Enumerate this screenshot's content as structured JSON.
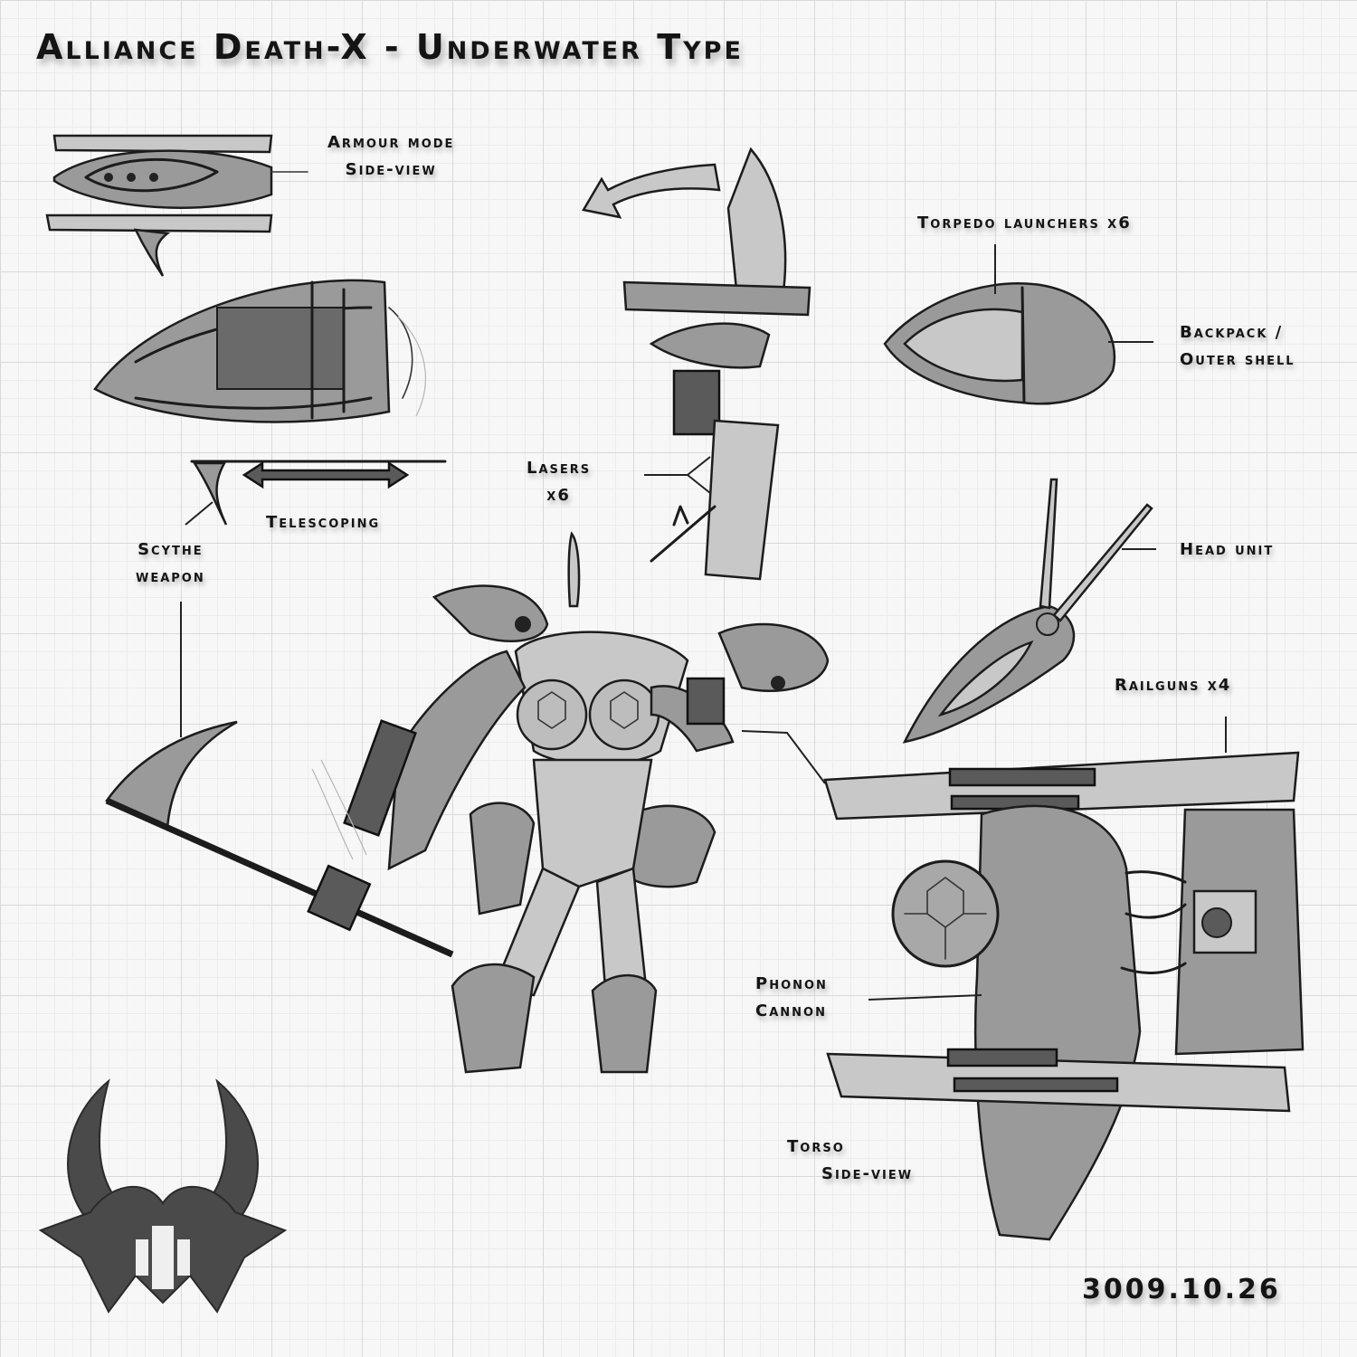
{
  "title": "Alliance Death-X - Underwater Type",
  "labels": {
    "armour_mode": [
      "Armour mode",
      "Side-view"
    ],
    "torpedo": [
      "Torpedo launchers x6"
    ],
    "backpack": [
      "Backpack /",
      "Outer shell"
    ],
    "lasers": [
      "Lasers",
      "x6"
    ],
    "telescoping": [
      "Telescoping"
    ],
    "scythe": [
      "Scythe",
      "weapon"
    ],
    "head_unit": [
      "Head unit"
    ],
    "railguns": [
      "Railguns x4"
    ],
    "phonon": [
      "Phonon",
      "Cannon"
    ],
    "torso": [
      "Torso",
      "Side-view"
    ]
  },
  "date": "3009.10.26",
  "icons": [
    "horned-emblem-icon",
    "curved-arrow-icon",
    "double-arrow-icon"
  ],
  "colors": {
    "ink": "#1c1c1c",
    "grid_major": "#d9d9d9",
    "grid_minor": "#ececec",
    "paper": "#f7f7f7"
  }
}
